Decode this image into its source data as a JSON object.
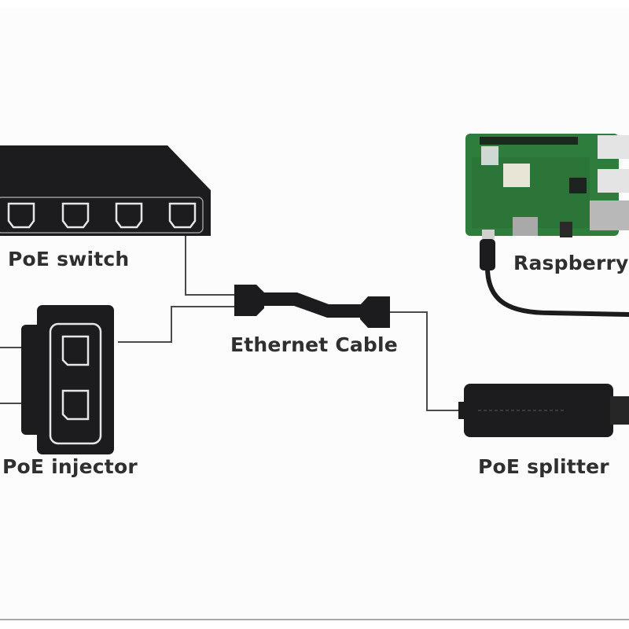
{
  "diagram": {
    "title": "PoE connection diagram",
    "devices": [
      {
        "id": "poe-switch",
        "label": "PoE switch",
        "icon": "network-switch-icon",
        "port_count_visible": 4
      },
      {
        "id": "poe-injector",
        "label": "PoE injector",
        "icon": "poe-injector-icon",
        "port_count": 2
      },
      {
        "id": "ethernet-cable",
        "label": "Ethernet Cable",
        "icon": "ethernet-cable-icon"
      },
      {
        "id": "poe-splitter",
        "label": "PoE splitter",
        "icon": "poe-splitter-icon"
      },
      {
        "id": "raspberry-pi",
        "label": "Raspberry",
        "icon": "raspberry-pi-board-icon"
      }
    ],
    "connections": [
      {
        "from": "poe-switch",
        "to": "ethernet-cable"
      },
      {
        "from": "poe-injector",
        "to": "ethernet-cable"
      },
      {
        "from": "ethernet-cable",
        "to": "poe-splitter"
      },
      {
        "from": "poe-splitter",
        "to": "raspberry-pi"
      }
    ],
    "colors": {
      "background": "#fcfcfc",
      "device": "#1c1c1e",
      "wire": "#4a4a4a",
      "label": "#2f2f2f",
      "pcb_green": "#2f7d3c"
    }
  }
}
